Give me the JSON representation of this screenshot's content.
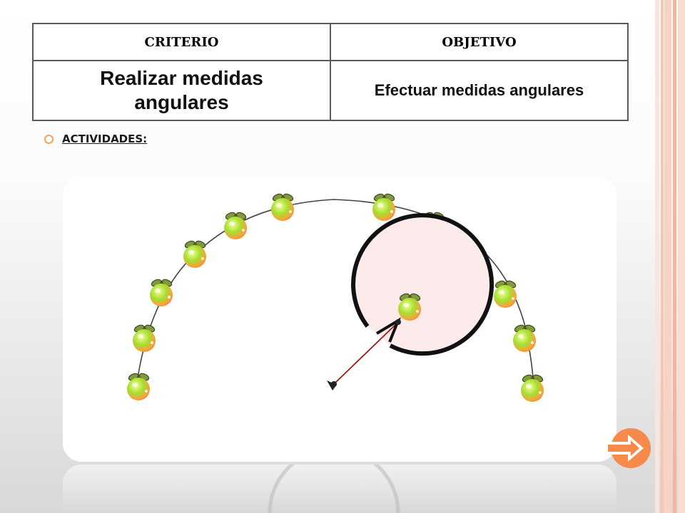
{
  "table": {
    "headers": [
      "CRITERIO",
      "OBJETIVO"
    ],
    "row": {
      "criterio": "Realizar  medidas angulares",
      "objetivo": "Efectuar  medidas angulares"
    }
  },
  "activities": {
    "label": "ACTIVIDADES:"
  },
  "colors": {
    "accent": "#f3a35e",
    "stripe_light": "#f8d3c4",
    "stripe_mid": "#f4b59e",
    "pointer": "#a01818",
    "dial_fill": "#fdebeb",
    "next_button": "#f7894a"
  },
  "icons": {
    "bullet": "circle-bullet-icon",
    "apple": "apple-icon",
    "next": "arrow-right-icon"
  }
}
